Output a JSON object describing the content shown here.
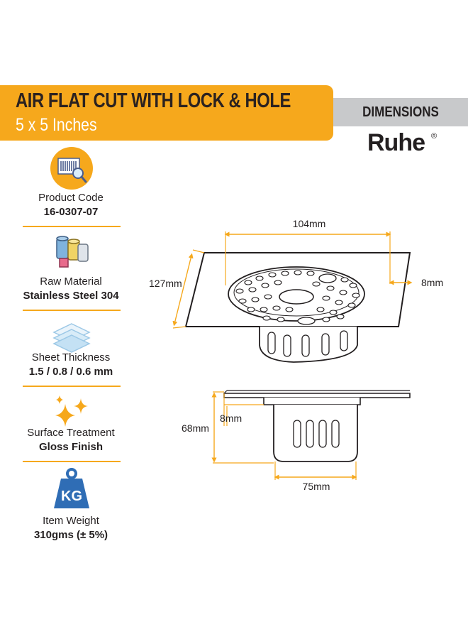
{
  "banner": {
    "title": "AIR FLAT CUT WITH LOCK & HOLE",
    "subtitle": "5 x 5 Inches"
  },
  "dimensions_label": "DIMENSIONS",
  "brand": {
    "name": "Ruhe",
    "reg": "®"
  },
  "specs": [
    {
      "icon": "barcode-magnifier-icon",
      "label": "Product Code",
      "value": "16-0307-07"
    },
    {
      "icon": "metal-material-icon",
      "label": "Raw Material",
      "value": "Stainless Steel 304"
    },
    {
      "icon": "stacked-sheets-icon",
      "label": "Sheet Thickness",
      "value": "1.5 / 0.8 / 0.6 mm"
    },
    {
      "icon": "sparkle-icon",
      "label": "Surface Treatment",
      "value": "Gloss Finish"
    },
    {
      "icon": "weight-icon",
      "label": "Item Weight",
      "value": "310gms (± 5%)",
      "weight_unit": "KG"
    }
  ],
  "diagram": {
    "top_view": {
      "width_label": "104mm",
      "depth_label": "127mm",
      "edge_label": "8mm"
    },
    "side_view": {
      "height_label": "68mm",
      "flange_label": "8mm",
      "body_label": "75mm"
    }
  },
  "colors": {
    "accent": "#f6a81c",
    "dark": "#231f20",
    "gray": "#c8c9cb",
    "icon_blue": "#2f6db5"
  }
}
